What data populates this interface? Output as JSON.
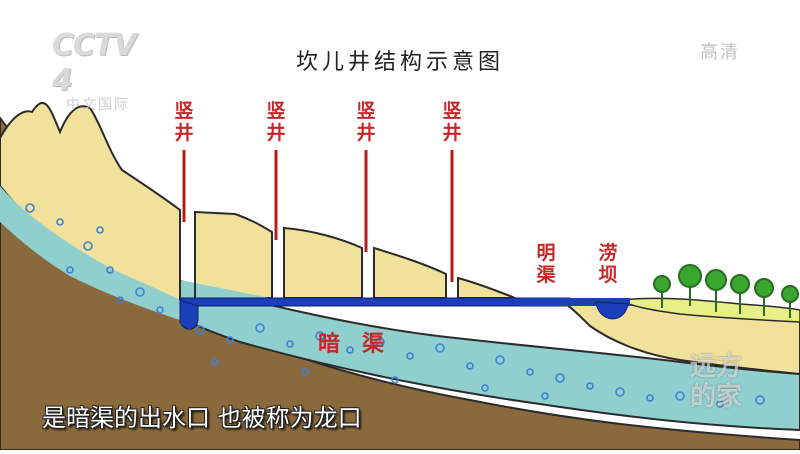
{
  "title": "坎儿井结构示意图",
  "channel_logo": {
    "main": "CCTV 4",
    "sub": "中文国际"
  },
  "hd_badge": "高清",
  "shaft_labels": [
    {
      "line1": "竖",
      "line2": "井"
    },
    {
      "line1": "竖",
      "line2": "井"
    },
    {
      "line1": "竖",
      "line2": "井"
    },
    {
      "line1": "竖",
      "line2": "井"
    }
  ],
  "open_channel_label": {
    "line1": "明",
    "line2": "渠"
  },
  "dam_label": {
    "line1": "涝",
    "line2": "坝"
  },
  "underground_channel_label": "暗渠",
  "subtitle": "是暗渠的出水口 也被称为龙口",
  "program_watermark": {
    "line1": "远方",
    "line2": "的家"
  },
  "colors": {
    "sand": "#f1e19a",
    "aquifer": "#8fd0cf",
    "soil": "#8a6a3c",
    "channel_water": "#1a3fb8",
    "label_red": "#c62828",
    "grass": "#e7ef86",
    "tree": "#3aa52f"
  }
}
